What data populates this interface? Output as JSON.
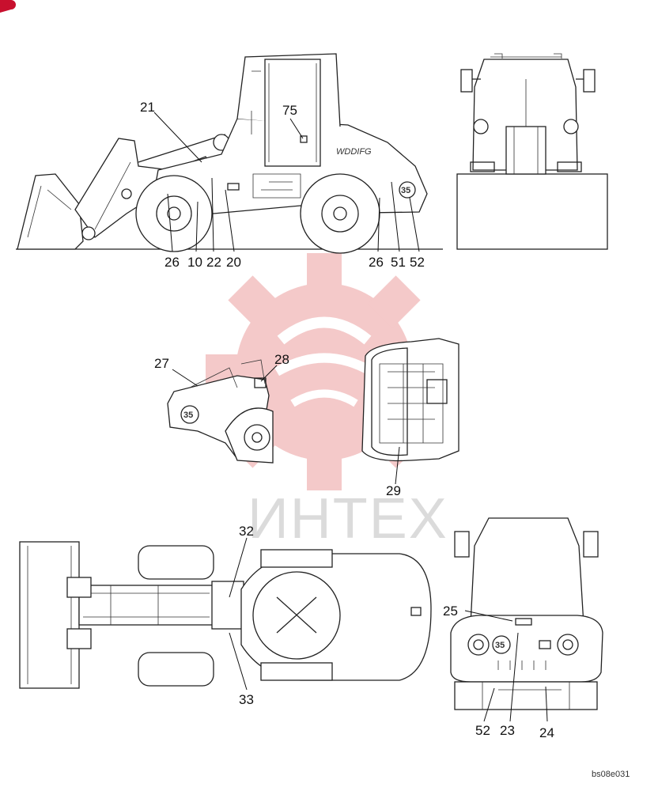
{
  "watermark": {
    "text": "ИНТЕХ",
    "gear_color": "#f3c4c4"
  },
  "drawing_code": "bs08e031",
  "corner_mark_color": "#c8102e",
  "side_view": {
    "model_text": "WDDIFG",
    "labels": [
      "21",
      "75",
      "26",
      "10",
      "22",
      "20",
      "26",
      "51",
      "52"
    ],
    "badge": "35"
  },
  "front_view": {},
  "front_detail": {
    "labels": [
      "27",
      "28"
    ],
    "badge": "35"
  },
  "engine_detail": {
    "labels": [
      "29"
    ]
  },
  "top_view": {
    "labels": [
      "32",
      "33"
    ]
  },
  "rear_view": {
    "labels": [
      "25",
      "52",
      "23",
      "24"
    ],
    "badge": "35"
  }
}
